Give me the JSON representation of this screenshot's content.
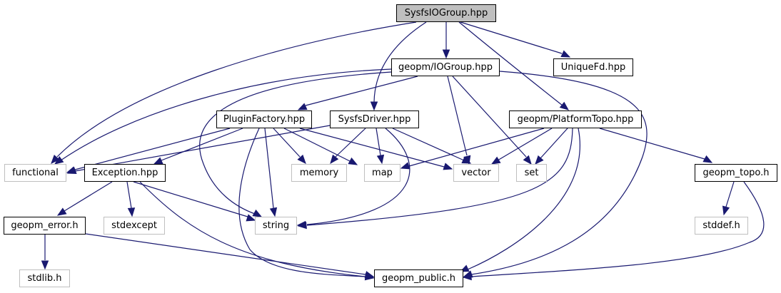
{
  "graph": {
    "type": "include-dependency-graph",
    "edge_color": "#191970",
    "nodes": [
      {
        "id": "sysfsiogroup",
        "label": "SysfsIOGroup.hpp",
        "kind": "root"
      },
      {
        "id": "iogroup",
        "label": "geopm/IOGroup.hpp",
        "kind": "internal"
      },
      {
        "id": "uniquefd",
        "label": "UniqueFd.hpp",
        "kind": "internal"
      },
      {
        "id": "pluginfactory",
        "label": "PluginFactory.hpp",
        "kind": "internal"
      },
      {
        "id": "sysfsdriver",
        "label": "SysfsDriver.hpp",
        "kind": "internal"
      },
      {
        "id": "platformtopo",
        "label": "geopm/PlatformTopo.hpp",
        "kind": "internal"
      },
      {
        "id": "functional",
        "label": "functional",
        "kind": "external"
      },
      {
        "id": "exception",
        "label": "Exception.hpp",
        "kind": "internal"
      },
      {
        "id": "memory",
        "label": "memory",
        "kind": "external"
      },
      {
        "id": "map",
        "label": "map",
        "kind": "external"
      },
      {
        "id": "vector",
        "label": "vector",
        "kind": "external"
      },
      {
        "id": "set",
        "label": "set",
        "kind": "external"
      },
      {
        "id": "geopm_topo",
        "label": "geopm_topo.h",
        "kind": "internal"
      },
      {
        "id": "geopm_error",
        "label": "geopm_error.h",
        "kind": "internal"
      },
      {
        "id": "stdexcept",
        "label": "stdexcept",
        "kind": "external"
      },
      {
        "id": "string",
        "label": "string",
        "kind": "external"
      },
      {
        "id": "stddef",
        "label": "stddef.h",
        "kind": "external"
      },
      {
        "id": "stdlib",
        "label": "stdlib.h",
        "kind": "external"
      },
      {
        "id": "geopm_public",
        "label": "geopm_public.h",
        "kind": "internal"
      }
    ],
    "edges": [
      {
        "from": "sysfsiogroup",
        "to": "iogroup"
      },
      {
        "from": "sysfsiogroup",
        "to": "uniquefd"
      },
      {
        "from": "sysfsiogroup",
        "to": "functional"
      },
      {
        "from": "sysfsiogroup",
        "to": "sysfsdriver"
      },
      {
        "from": "sysfsiogroup",
        "to": "platformtopo"
      },
      {
        "from": "iogroup",
        "to": "pluginfactory"
      },
      {
        "from": "iogroup",
        "to": "functional"
      },
      {
        "from": "iogroup",
        "to": "string"
      },
      {
        "from": "iogroup",
        "to": "vector"
      },
      {
        "from": "iogroup",
        "to": "set"
      },
      {
        "from": "iogroup",
        "to": "geopm_public"
      },
      {
        "from": "pluginfactory",
        "to": "functional"
      },
      {
        "from": "pluginfactory",
        "to": "exception"
      },
      {
        "from": "pluginfactory",
        "to": "memory"
      },
      {
        "from": "pluginfactory",
        "to": "map"
      },
      {
        "from": "pluginfactory",
        "to": "vector"
      },
      {
        "from": "pluginfactory",
        "to": "string"
      },
      {
        "from": "pluginfactory",
        "to": "geopm_public"
      },
      {
        "from": "sysfsdriver",
        "to": "functional"
      },
      {
        "from": "sysfsdriver",
        "to": "memory"
      },
      {
        "from": "sysfsdriver",
        "to": "map"
      },
      {
        "from": "sysfsdriver",
        "to": "vector"
      },
      {
        "from": "sysfsdriver",
        "to": "string"
      },
      {
        "from": "platformtopo",
        "to": "map"
      },
      {
        "from": "platformtopo",
        "to": "vector"
      },
      {
        "from": "platformtopo",
        "to": "set"
      },
      {
        "from": "platformtopo",
        "to": "string"
      },
      {
        "from": "platformtopo",
        "to": "geopm_topo"
      },
      {
        "from": "platformtopo",
        "to": "geopm_public"
      },
      {
        "from": "exception",
        "to": "geopm_error"
      },
      {
        "from": "exception",
        "to": "stdexcept"
      },
      {
        "from": "exception",
        "to": "string"
      },
      {
        "from": "exception",
        "to": "geopm_public"
      },
      {
        "from": "geopm_error",
        "to": "stdlib"
      },
      {
        "from": "geopm_error",
        "to": "geopm_public"
      },
      {
        "from": "geopm_topo",
        "to": "stddef"
      },
      {
        "from": "geopm_topo",
        "to": "geopm_public"
      }
    ]
  }
}
